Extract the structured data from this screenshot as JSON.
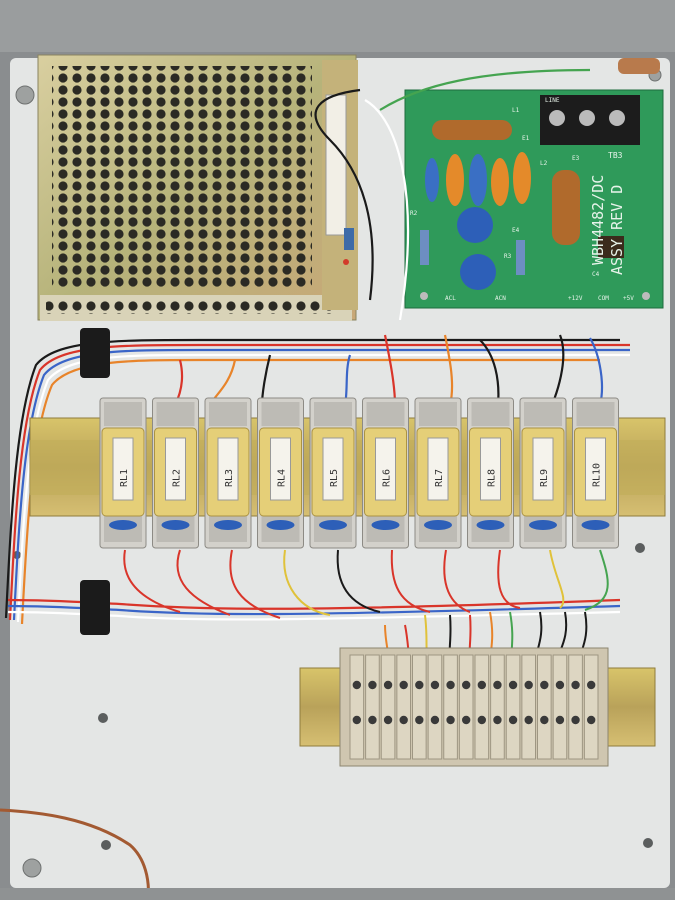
{
  "pcb": {
    "part_number": "WBH4482/DC",
    "revision": "ASSY REV D",
    "terminal_block": "TB3",
    "labels": [
      "L1",
      "E1",
      "E3",
      "L2",
      "E4",
      "R3",
      "R2",
      "ACL",
      "ACN",
      "+12V",
      "COM",
      "+5V",
      "LINE",
      "C4"
    ]
  },
  "relays": [
    {
      "label": "RL1"
    },
    {
      "label": "RL2"
    },
    {
      "label": "RL3"
    },
    {
      "label": "RL4"
    },
    {
      "label": "RL5"
    },
    {
      "label": "RL6"
    },
    {
      "label": "RL7"
    },
    {
      "label": "RL8"
    },
    {
      "label": "RL9"
    },
    {
      "label": "RL10"
    }
  ],
  "colors": {
    "enclosure": "#8a8d8f",
    "backplate": "#e4e6e5",
    "pcb": "#2f9a5a",
    "relay": "#e6cf74",
    "din_rail": "#c9b460",
    "terminal": "#cfc6b0",
    "psu": "#c7b98a"
  },
  "terminal_strip": {
    "positions": 16
  }
}
